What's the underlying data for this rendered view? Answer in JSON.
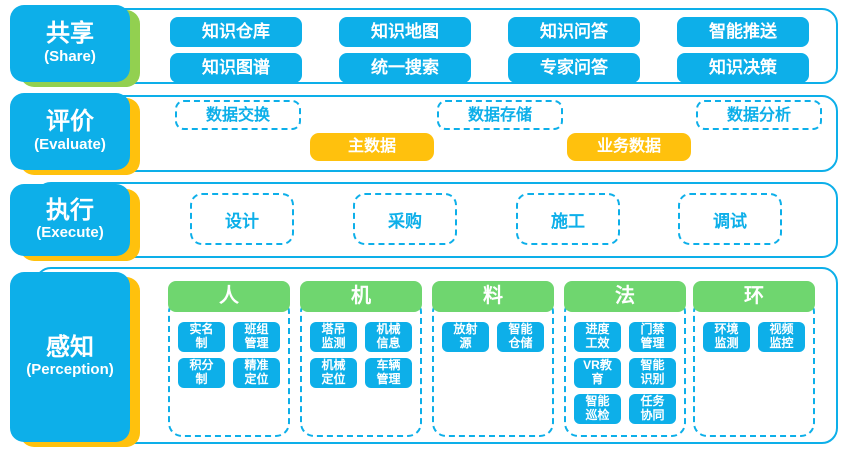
{
  "colors": {
    "cyan": "#0dafe9",
    "yellow": "#ffc10d",
    "green_shadow": "#92d050",
    "header_green": "#6fd66f"
  },
  "share": {
    "zh": "共享",
    "en": "(Share)",
    "buttons": [
      "知识仓库",
      "知识地图",
      "知识问答",
      "智能推送",
      "知识图谱",
      "统一搜索",
      "专家问答",
      "知识决策"
    ]
  },
  "evaluate": {
    "zh": "评价",
    "en": "(Evaluate)",
    "dashed": [
      "数据交换",
      "数据存储",
      "数据分析"
    ],
    "solid": [
      "主数据",
      "业务数据"
    ]
  },
  "execute": {
    "zh": "执行",
    "en": "(Execute)",
    "stages": [
      "设计",
      "采购",
      "施工",
      "调试"
    ]
  },
  "perception": {
    "zh": "感知",
    "en": "(Perception)",
    "columns": [
      {
        "header": "人",
        "items": [
          "实名\n制",
          "班组\n管理",
          "积分\n制",
          "精准\n定位"
        ]
      },
      {
        "header": "机",
        "items": [
          "塔吊\n监测",
          "机械\n信息",
          "机械\n定位",
          "车辆\n管理"
        ]
      },
      {
        "header": "料",
        "items": [
          "放射\n源",
          "智能\n仓储"
        ]
      },
      {
        "header": "法",
        "items": [
          "进度\n工效",
          "门禁\n管理",
          "VR教\n育",
          "智能\n识别",
          "智能\n巡检",
          "任务\n协同"
        ]
      },
      {
        "header": "环",
        "items": [
          "环境\n监测",
          "视频\n监控"
        ]
      }
    ]
  }
}
